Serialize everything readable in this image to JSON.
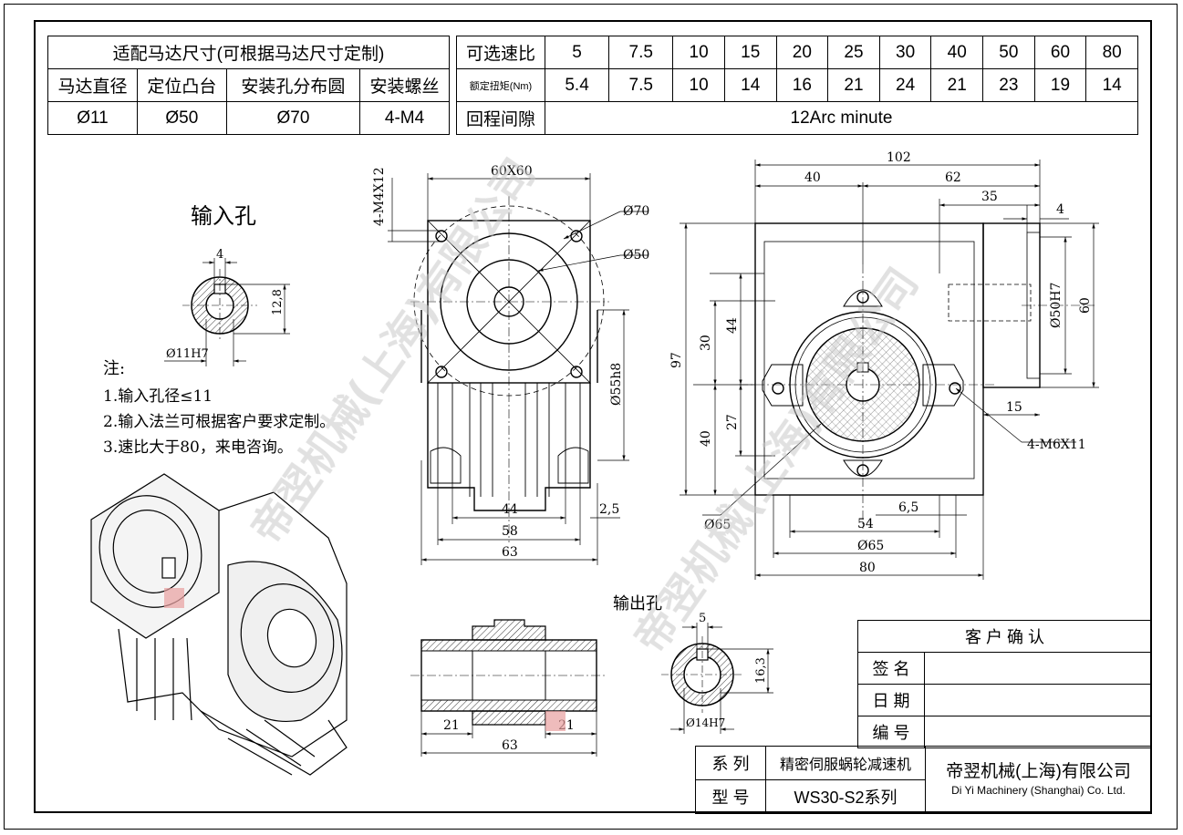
{
  "motor_table": {
    "title": "适配马达尺寸(可根据马达尺寸定制)",
    "headers": [
      "马达直径",
      "定位凸台",
      "安装孔分布圆",
      "安装螺丝"
    ],
    "values": [
      "Ø11",
      "Ø50",
      "Ø70",
      "4-M4"
    ]
  },
  "speed_table": {
    "ratio_label": "可选速比",
    "ratios": [
      "5",
      "7.5",
      "10",
      "15",
      "20",
      "25",
      "30",
      "40",
      "50",
      "60",
      "80"
    ],
    "torque_label": "额定扭矩(Nm)",
    "torques": [
      "5.4",
      "7.5",
      "10",
      "14",
      "16",
      "21",
      "24",
      "21",
      "23",
      "19",
      "14"
    ],
    "backlash_label": "回程间隙",
    "backlash_value": "12Arc minute"
  },
  "input_hole": {
    "title": "输入孔",
    "dim_key": "4",
    "dim_height": "12,8",
    "dim_bore": "Ø11H7"
  },
  "notes": {
    "title": "注:",
    "items": [
      "1.输入孔径≤11",
      "2.输入法兰可根据客户要求定制。",
      "3.速比大于80，来电咨询。"
    ]
  },
  "front_view": {
    "dim_flange": "60X60",
    "dim_screw": "4-M4X12",
    "dim_pcd": "Ø70",
    "dim_pilot": "Ø50",
    "dim_body": "Ø55h8",
    "dim_44": "44",
    "dim_58": "58",
    "dim_63": "63",
    "dim_25": "2,5"
  },
  "side_view": {
    "dim_102": "102",
    "dim_40": "40",
    "dim_62": "62",
    "dim_35": "35",
    "dim_4": "4",
    "dim_50h7": "Ø50H7",
    "dim_60": "60",
    "dim_97": "97",
    "dim_44": "44",
    "dim_30": "30",
    "dim_27": "27",
    "dim_40v": "40",
    "dim_15": "15",
    "dim_m6": "4-M6X11",
    "dim_65a": "Ø65",
    "dim_65": "6,5",
    "dim_54": "54",
    "dim_65b": "Ø65",
    "dim_80": "80"
  },
  "output_hole": {
    "title": "输出孔",
    "dim_key": "5",
    "dim_height": "16,3",
    "dim_bore": "Ø14H7",
    "dim_21a": "21",
    "dim_21b": "21",
    "dim_63": "63"
  },
  "customer_table": {
    "title": "客 户 确 认",
    "sign": "签 名",
    "date": "日 期",
    "number": "编 号"
  },
  "title_block": {
    "series_label": "系 列",
    "series_value": "精密伺服蜗轮减速机",
    "model_label": "型 号",
    "model_value": "WS30-S2系列",
    "company_cn": "帝翌机械(上海)有限公司",
    "company_en": "Di Yi Machinery (Shanghai) Co. Ltd."
  },
  "watermark": "帝翌机械(上海)有限公司",
  "colors": {
    "line": "#000000",
    "watermark": "#c9c9c9",
    "logo_red": "#e8a0a0"
  }
}
